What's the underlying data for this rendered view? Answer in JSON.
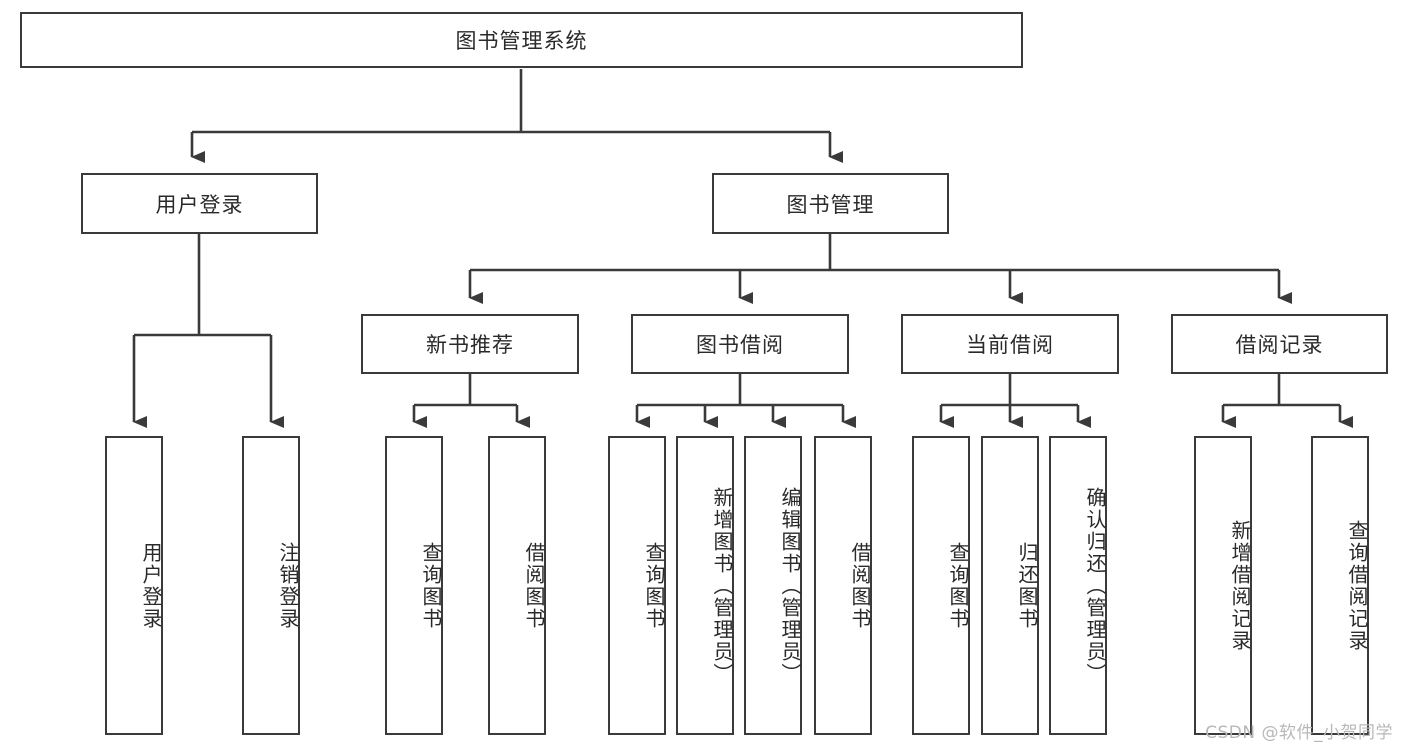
{
  "diagram": {
    "type": "tree-hierarchy-chart",
    "title": "图书管理系统",
    "root": {
      "id": "root",
      "label": "图书管理系统",
      "orientation": "horizontal"
    },
    "level1": [
      {
        "id": "user-login",
        "label": "用户登录",
        "orientation": "horizontal"
      },
      {
        "id": "book-management",
        "label": "图书管理",
        "orientation": "horizontal"
      }
    ],
    "level2": [
      {
        "id": "new-book-recommend",
        "label": "新书推荐",
        "orientation": "horizontal",
        "parent": "book-management"
      },
      {
        "id": "book-borrow",
        "label": "图书借阅",
        "orientation": "horizontal",
        "parent": "book-management"
      },
      {
        "id": "current-borrow",
        "label": "当前借阅",
        "orientation": "horizontal",
        "parent": "book-management"
      },
      {
        "id": "borrow-record",
        "label": "借阅记录",
        "orientation": "horizontal",
        "parent": "book-management"
      }
    ],
    "leaves": [
      {
        "id": "leaf-user-login",
        "label": "用户登录",
        "orientation": "vertical",
        "parent": "user-login"
      },
      {
        "id": "leaf-user-logout",
        "label": "注销登录",
        "orientation": "vertical",
        "parent": "user-login"
      },
      {
        "id": "leaf-query-book-1",
        "label": "查询图书",
        "orientation": "vertical",
        "parent": "new-book-recommend"
      },
      {
        "id": "leaf-borrow-book-1",
        "label": "借阅图书",
        "orientation": "vertical",
        "parent": "new-book-recommend"
      },
      {
        "id": "leaf-query-book-2",
        "label": "查询图书",
        "orientation": "vertical",
        "parent": "book-borrow"
      },
      {
        "id": "leaf-add-book",
        "label": "新增图书（管理员）",
        "orientation": "vertical",
        "parent": "book-borrow"
      },
      {
        "id": "leaf-edit-book",
        "label": "编辑图书（管理员）",
        "orientation": "vertical",
        "parent": "book-borrow"
      },
      {
        "id": "leaf-borrow-book-2",
        "label": "借阅图书",
        "orientation": "vertical",
        "parent": "book-borrow"
      },
      {
        "id": "leaf-query-book-3",
        "label": "查询图书",
        "orientation": "vertical",
        "parent": "current-borrow"
      },
      {
        "id": "leaf-return-book",
        "label": "归还图书",
        "orientation": "vertical",
        "parent": "current-borrow"
      },
      {
        "id": "leaf-confirm-return",
        "label": "确认归还（管理员）",
        "orientation": "vertical",
        "parent": "current-borrow"
      },
      {
        "id": "leaf-add-record",
        "label": "新增借阅记录",
        "orientation": "vertical",
        "parent": "borrow-record"
      },
      {
        "id": "leaf-query-record",
        "label": "查询借阅记录",
        "orientation": "vertical",
        "parent": "borrow-record"
      }
    ],
    "colors": {
      "box_border": "#3a3a3a",
      "box_fill": "#ffffff",
      "connector": "#3a3a3a",
      "text": "#2a2a2a",
      "watermark": "#b8b8b8",
      "background": "#ffffff"
    }
  },
  "watermark": {
    "text": "CSDN @软件_小贺同学"
  }
}
